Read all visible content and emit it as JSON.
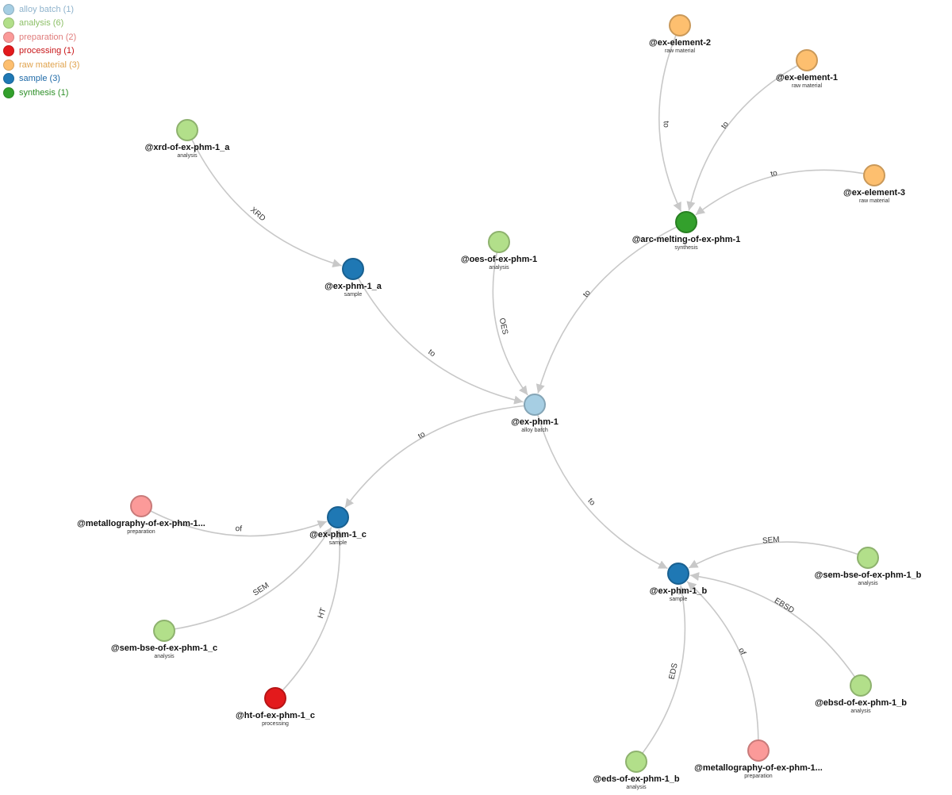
{
  "legend": [
    {
      "key": "alloy_batch",
      "label": "alloy batch",
      "count": "(1)",
      "color": "#a6cee3",
      "text_color": "#8fb3cc"
    },
    {
      "key": "analysis",
      "label": "analysis",
      "count": "(6)",
      "color": "#b2df8a",
      "text_color": "#8cbf66"
    },
    {
      "key": "preparation",
      "label": "preparation",
      "count": "(2)",
      "color": "#fb9a99",
      "text_color": "#e07d7c"
    },
    {
      "key": "processing",
      "label": "processing",
      "count": "(1)",
      "color": "#e31a1c",
      "text_color": "#c81518"
    },
    {
      "key": "raw_material",
      "label": "raw material",
      "count": "(3)",
      "color": "#fdbf6f",
      "text_color": "#e0a34e"
    },
    {
      "key": "sample",
      "label": "sample",
      "count": "(3)",
      "color": "#1f78b4",
      "text_color": "#1f6aa8"
    },
    {
      "key": "synthesis",
      "label": "synthesis",
      "count": "(1)",
      "color": "#33a02c",
      "text_color": "#2d8f27"
    }
  ],
  "nodes": [
    {
      "id": "ex-element-2",
      "name": "@ex-element-2",
      "type_label": "raw material",
      "category": "raw_material"
    },
    {
      "id": "ex-element-1",
      "name": "@ex-element-1",
      "type_label": "raw material",
      "category": "raw_material"
    },
    {
      "id": "ex-element-3",
      "name": "@ex-element-3",
      "type_label": "raw material",
      "category": "raw_material"
    },
    {
      "id": "arc-melting",
      "name": "@arc-melting-of-ex-phm-1",
      "type_label": "synthesis",
      "category": "synthesis"
    },
    {
      "id": "xrd-a",
      "name": "@xrd-of-ex-phm-1_a",
      "type_label": "analysis",
      "category": "analysis"
    },
    {
      "id": "ex-phm-1_a",
      "name": "@ex-phm-1_a",
      "type_label": "sample",
      "category": "sample"
    },
    {
      "id": "oes",
      "name": "@oes-of-ex-phm-1",
      "type_label": "analysis",
      "category": "analysis"
    },
    {
      "id": "ex-phm-1",
      "name": "@ex-phm-1",
      "type_label": "alloy batch",
      "category": "alloy_batch"
    },
    {
      "id": "metallography-c",
      "name": "@metallography-of-ex-phm-1...",
      "type_label": "preparation",
      "category": "preparation"
    },
    {
      "id": "ex-phm-1_c",
      "name": "@ex-phm-1_c",
      "type_label": "sample",
      "category": "sample"
    },
    {
      "id": "sem-bse-c",
      "name": "@sem-bse-of-ex-phm-1_c",
      "type_label": "analysis",
      "category": "analysis"
    },
    {
      "id": "ht-c",
      "name": "@ht-of-ex-phm-1_c",
      "type_label": "processing",
      "category": "processing"
    },
    {
      "id": "ex-phm-1_b",
      "name": "@ex-phm-1_b",
      "type_label": "sample",
      "category": "sample"
    },
    {
      "id": "sem-bse-b",
      "name": "@sem-bse-of-ex-phm-1_b",
      "type_label": "analysis",
      "category": "analysis"
    },
    {
      "id": "ebsd-b",
      "name": "@ebsd-of-ex-phm-1_b",
      "type_label": "analysis",
      "category": "analysis"
    },
    {
      "id": "eds-b",
      "name": "@eds-of-ex-phm-1_b",
      "type_label": "analysis",
      "category": "analysis"
    },
    {
      "id": "metallography-b",
      "name": "@metallography-of-ex-phm-1...",
      "type_label": "preparation",
      "category": "preparation"
    }
  ],
  "links": [
    {
      "source": "ex-element-2",
      "target": "arc-melting",
      "label": "to"
    },
    {
      "source": "ex-element-1",
      "target": "arc-melting",
      "label": "to"
    },
    {
      "source": "ex-element-3",
      "target": "arc-melting",
      "label": "to"
    },
    {
      "source": "arc-melting",
      "target": "ex-phm-1",
      "label": "to"
    },
    {
      "source": "xrd-a",
      "target": "ex-phm-1_a",
      "label": "XRD"
    },
    {
      "source": "ex-phm-1_a",
      "target": "ex-phm-1",
      "label": "to"
    },
    {
      "source": "oes",
      "target": "ex-phm-1",
      "label": "OES"
    },
    {
      "source": "ex-phm-1",
      "target": "ex-phm-1_c",
      "label": "to"
    },
    {
      "source": "ex-phm-1",
      "target": "ex-phm-1_b",
      "label": "to"
    },
    {
      "source": "metallography-c",
      "target": "ex-phm-1_c",
      "label": "of"
    },
    {
      "source": "sem-bse-c",
      "target": "ex-phm-1_c",
      "label": "SEM"
    },
    {
      "source": "ht-c",
      "target": "ex-phm-1_c",
      "label": "HT"
    },
    {
      "source": "sem-bse-b",
      "target": "ex-phm-1_b",
      "label": "SEM"
    },
    {
      "source": "ebsd-b",
      "target": "ex-phm-1_b",
      "label": "EBSD"
    },
    {
      "source": "metallography-b",
      "target": "ex-phm-1_b",
      "label": "of"
    },
    {
      "source": "eds-b",
      "target": "ex-phm-1_b",
      "label": "EDS"
    }
  ]
}
